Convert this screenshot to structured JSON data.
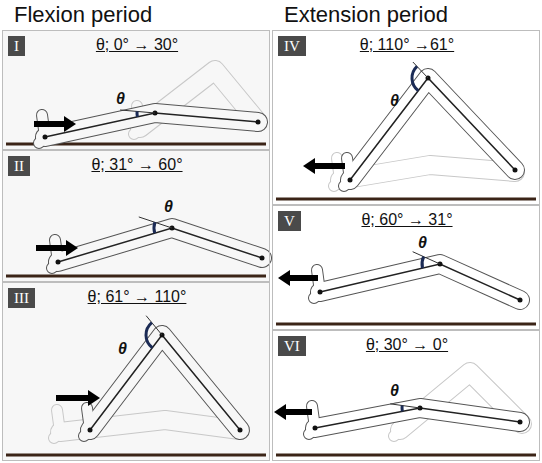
{
  "diagram": {
    "nodes": [
      {
        "text": [
          "θ; 0° → 30°"
        ]
      },
      {
        "text": [
          "I"
        ],
        "in": 0
      },
      {
        "text": [
          "θ; 110° →61°"
        ]
      },
      {
        "text": [
          "IV"
        ],
        "in": 2
      },
      {
        "text": [
          "θ; 31° → 60°"
        ]
      },
      {
        "text": [
          "II"
        ],
        "in": 4
      },
      {
        "text": [
          "θ; 60° → 31°"
        ]
      },
      {
        "text": [
          "V"
        ],
        "in": 6
      },
      {
        "text": [
          "θ; 61° → 110°"
        ]
      },
      {
        "text": [
          "III"
        ],
        "in": 8
      },
      {
        "text": [
          "θ; 30° → 0°"
        ]
      },
      {
        "text": [
          "VI"
        ],
        "in": 10
      }
    ],
    "labels": [
      "Flexion period",
      "Extension period",
      "θ",
      "θ",
      "θ",
      "θ",
      "θ",
      "θ"
    ]
  }
}
